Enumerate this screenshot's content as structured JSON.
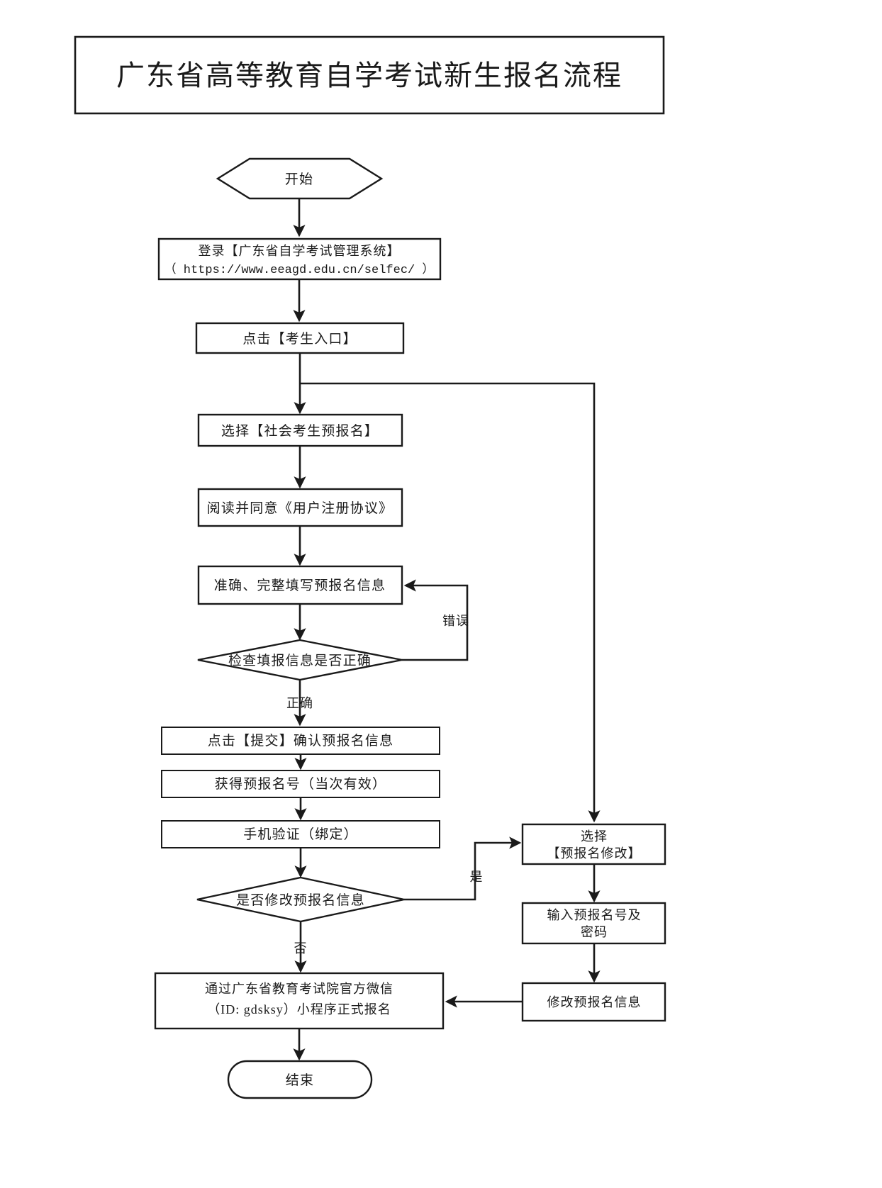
{
  "document": {
    "title": "广东省高等教育自学考试新生报名流程"
  },
  "flowchart": {
    "nodes": {
      "start": {
        "label": "开始",
        "shape": "hexagon"
      },
      "login_line1": "登录【广东省自学考试管理系统】",
      "login_line2": "（ https://www.eeagd.edu.cn/selfec/ ）",
      "click_entry": "点击【考生入口】",
      "choose_preregister": "选择【社会考生预报名】",
      "read_agreement": "阅读并同意《用户注册协议》",
      "fill_info": "准确、完整填写预报名信息",
      "check_info": "检查填报信息是否正确",
      "submit_confirm": "点击【提交】确认预报名信息",
      "get_number": "获得预报名号（当次有效）",
      "phone_verify": "手机验证（绑定）",
      "modify_decision": "是否修改预报名信息",
      "choose_modify_line1": "选择",
      "choose_modify_line2": "【预报名修改】",
      "input_number_line1": "输入预报名号及",
      "input_number_line2": "密码",
      "modify_info": "修改预报名信息",
      "wechat_line1": "通过广东省教育考试院官方微信",
      "wechat_line2": "（ID: gdsksy）小程序正式报名",
      "end": {
        "label": "结束",
        "shape": "stadium"
      }
    },
    "edge_labels": {
      "error": "错误",
      "correct": "正确",
      "yes": "是",
      "no": "否"
    },
    "colors": {
      "stroke": "#1a1a1a",
      "fill": "#ffffff",
      "background": "#ffffff"
    }
  }
}
